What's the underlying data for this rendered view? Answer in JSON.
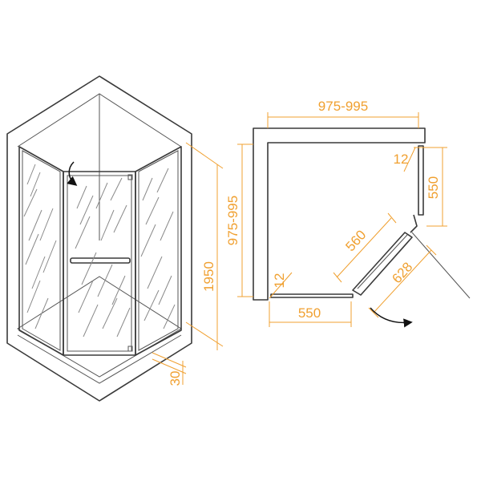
{
  "colors": {
    "dimension": "#f0a030",
    "outline": "#3a3a3a",
    "hatch": "#8a8a8a",
    "background": "#ffffff"
  },
  "front_view": {
    "height_label": "1950",
    "tray_label": "30",
    "icons": [
      "door-swing-arrow-icon"
    ]
  },
  "plan_view": {
    "width_label": "975-995",
    "depth_label": "975-995",
    "side_offset_right_label": "12",
    "side_offset_left_label": "12",
    "side_panel_right_label": "550",
    "side_panel_bottom_label": "550",
    "door_glass_label": "560",
    "door_opening_label": "628",
    "icons": [
      "door-opening-arrow-icon"
    ]
  }
}
